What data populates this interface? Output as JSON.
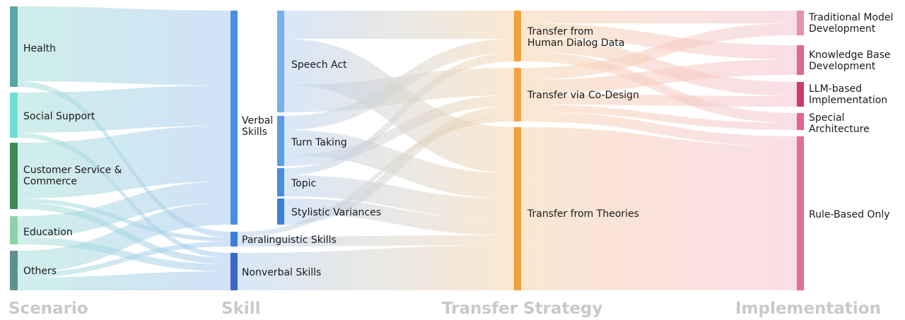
{
  "columns": {
    "scenario": "Scenario",
    "skill": "Skill",
    "transfer": "Transfer Strategy",
    "implementation": "Implementation"
  },
  "nodes": {
    "health": {
      "lines": [
        "Health"
      ],
      "color": "#5aa6a6"
    },
    "social": {
      "lines": [
        "Social Support"
      ],
      "color": "#6ee0d3"
    },
    "customer": {
      "lines": [
        "Customer Service &",
        "Commerce"
      ],
      "color": "#3e8a55"
    },
    "education": {
      "lines": [
        "Education"
      ],
      "color": "#8ed3a8"
    },
    "others": {
      "lines": [
        "Others"
      ],
      "color": "#5e918e"
    },
    "verbal": {
      "lines": [
        "Verbal",
        "Skills"
      ],
      "color": "#4a8fe0"
    },
    "paraling": {
      "lines": [
        "Paralinguistic Skills"
      ],
      "color": "#3d7fd6"
    },
    "nonverbal": {
      "lines": [
        "Nonverbal Skills"
      ],
      "color": "#3a68c4"
    },
    "speech": {
      "lines": [
        "Speech Act"
      ],
      "color": "#79b1ec"
    },
    "turn": {
      "lines": [
        "Turn Taking"
      ],
      "color": "#5d9ce6"
    },
    "topic": {
      "lines": [
        "Topic"
      ],
      "color": "#4b8ce0"
    },
    "stylistic": {
      "lines": [
        "Stylistic Variances"
      ],
      "color": "#3e7fd8"
    },
    "human": {
      "lines": [
        "Transfer from",
        "Human Dialog Data"
      ],
      "color": "#f2a13a"
    },
    "codesign": {
      "lines": [
        "Transfer via Co-Design"
      ],
      "color": "#f3a442"
    },
    "theories": {
      "lines": [
        "Transfer from Theories"
      ],
      "color": "#f0a03d"
    },
    "traditional": {
      "lines": [
        "Traditional Model",
        "Development"
      ],
      "color": "#e391ad"
    },
    "knowledge": {
      "lines": [
        "Knowledge Base",
        "Development"
      ],
      "color": "#db6a8e"
    },
    "llm": {
      "lines": [
        "LLM-based",
        "Implementation"
      ],
      "color": "#d13b6b"
    },
    "special": {
      "lines": [
        "Special",
        "Architecture"
      ],
      "color": "#e0648f"
    },
    "rule": {
      "lines": [
        "Rule-Based Only"
      ],
      "color": "#e07096"
    }
  }
}
